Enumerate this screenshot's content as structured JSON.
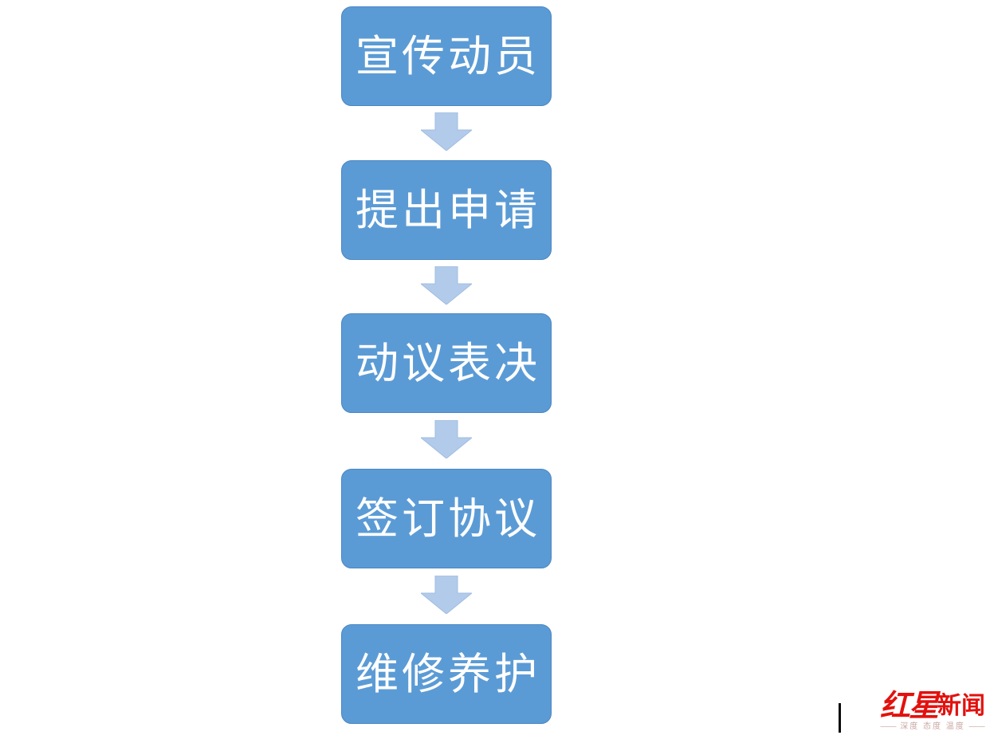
{
  "page": {
    "background_color": "#ffffff"
  },
  "flowchart": {
    "type": "vertical-process-flow",
    "box_fill_color": "#5B9BD5",
    "box_text_color": "#FFFFFF",
    "arrow_fill_color": "#B3CBEA",
    "steps": [
      {
        "label": "宣传动员"
      },
      {
        "label": "提出申请"
      },
      {
        "label": "动议表决"
      },
      {
        "label": "签订协议"
      },
      {
        "label": "维修养护"
      }
    ]
  },
  "watermark": {
    "brand_first": "红星",
    "brand_second": "新闻",
    "brand_color": "#E2110E",
    "tagline_left_dash": "——",
    "tagline": "深度 态度 温度",
    "tagline_right_dash": "——",
    "tagline_color": "#C9A7A2"
  }
}
